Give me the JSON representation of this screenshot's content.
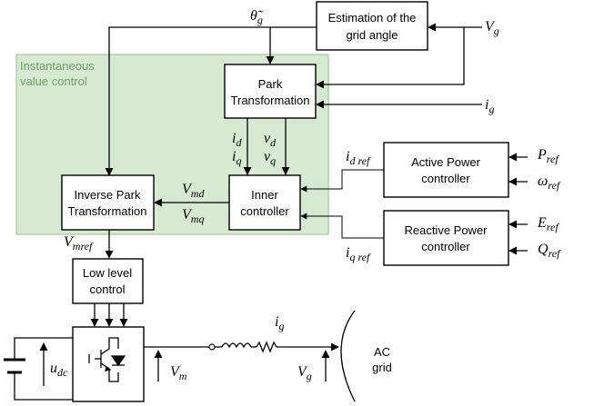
{
  "blocks": {
    "estimation": [
      "Estimation of the",
      "grid angle"
    ],
    "park": [
      "Park",
      "Transformation"
    ],
    "inverse_park": [
      "Inverse Park",
      "Transformation"
    ],
    "inner": [
      "Inner",
      "controller"
    ],
    "active": [
      "Active Power",
      "controller"
    ],
    "reactive": [
      "Reactive Power",
      "controller"
    ],
    "low_level": [
      "Low level",
      "control"
    ]
  },
  "region_label": [
    "Instantaneous",
    "value control"
  ],
  "ac_grid": [
    "AC",
    "grid"
  ],
  "signals": {
    "theta_base": "θ̃",
    "theta_sub": "g",
    "vg_base": "V",
    "vg_sub": "g",
    "ig_base": "i",
    "ig_sub": "g",
    "id_base": "i",
    "id_sub": "d",
    "iq_base": "i",
    "iq_sub": "q",
    "vd_base": "v",
    "vd_sub": "d",
    "vq_base": "v",
    "vq_sub": "q",
    "idref_base": "i",
    "idref_sub": "d ref",
    "iqref_base": "i",
    "iqref_sub": "q ref",
    "vmd_base": "V",
    "vmd_sub": "md",
    "vmq_base": "V",
    "vmq_sub": "mq",
    "vmref_base": "V",
    "vmref_sub": "mref",
    "pref_base": "P",
    "pref_sub": "ref",
    "wref_base": "ω",
    "wref_sub": "ref",
    "eref_base": "E",
    "eref_sub": "ref",
    "qref_base": "Q",
    "qref_sub": "ref",
    "udc_base": "u",
    "udc_sub": "dc",
    "vm_base": "V",
    "vm_sub": "m",
    "vg2_base": "V",
    "vg2_sub": "g",
    "ig2_base": "i",
    "ig2_sub": "g"
  }
}
